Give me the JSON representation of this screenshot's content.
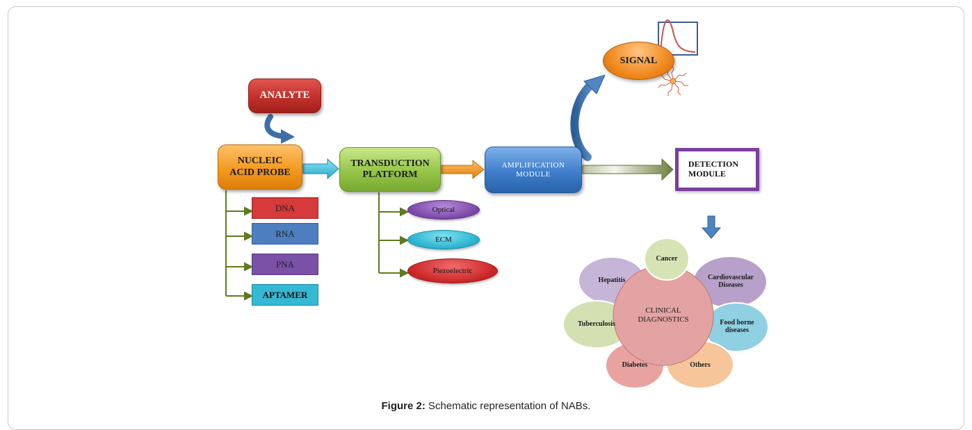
{
  "boxes": {
    "analyte": "ANALYTE",
    "nucleic_probe_line1": "NUCLEIC",
    "nucleic_probe_line2": "ACID PROBE",
    "transduction_line1": "TRANSDUCTION",
    "transduction_line2": "PLATFORM",
    "amplification_line1": "AMPLIFICATION",
    "amplification_line2": "MODULE",
    "detection_line1": "DETECTION",
    "detection_line2": "MODULE",
    "signal": "SIGNAL"
  },
  "probe_types": [
    "DNA",
    "RNA",
    "PNA",
    "APTAMER"
  ],
  "transduction_types": [
    "Optical",
    "ECM",
    "Piezoelectric"
  ],
  "clinical": {
    "center_line1": "CLINICAL",
    "center_line2": "DIAGNOSTICS",
    "items": [
      {
        "line1": "Cancer",
        "line2": ""
      },
      {
        "line1": "Cardiovascular",
        "line2": "Diseases"
      },
      {
        "line1": "Food borne",
        "line2": "diseases"
      },
      {
        "line1": "Others",
        "line2": ""
      },
      {
        "line1": "Diabetes",
        "line2": ""
      },
      {
        "line1": "Tuberculosis",
        "line2": ""
      },
      {
        "line1": "Hepatitis",
        "line2": ""
      }
    ]
  },
  "caption": {
    "label": "Figure 2:",
    "text": " Schematic representation of NABs."
  },
  "colors": {
    "analyte": "#c0302b",
    "nucleic_probe": "#f39a20",
    "transduction": "#95c547",
    "amplification": "#3f7ecb",
    "detection_border": "#7b3f9e",
    "signal": "#f08a1e",
    "tree_lines": "#5f7a1f"
  }
}
